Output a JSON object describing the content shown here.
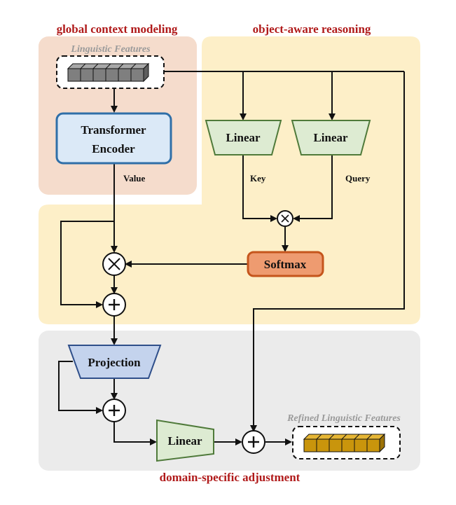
{
  "sections": {
    "global": "global context modeling",
    "object": "object-aware reasoning",
    "domain": "domain-specific adjustment"
  },
  "captions": {
    "input": "Linguistic Features",
    "output": "Refined Linguistic Features"
  },
  "blocks": {
    "transformer_line1": "Transformer",
    "transformer_line2": "Encoder",
    "linear_key": "Linear",
    "linear_query": "Linear",
    "softmax": "Softmax",
    "projection": "Projection",
    "linear_final": "Linear"
  },
  "edge_labels": {
    "value": "Value",
    "key": "Key",
    "query": "Query"
  },
  "colors": {
    "section_title": "#b01a1a",
    "global_bg": "#f5dccc",
    "object_bg": "#fdefc8",
    "domain_bg": "#ebebeb",
    "transformer_fill": "#dbe9f7",
    "transformer_border": "#2f6fa8",
    "linear_fill": "#ddebd2",
    "linear_border": "#4f7a3a",
    "softmax_fill": "#ee9b70",
    "softmax_border": "#c5551c",
    "projection_fill": "#c4d3ed",
    "projection_border": "#2f4f8a",
    "input_cube": "#7f7f7f",
    "output_cube": "#c9950c"
  }
}
